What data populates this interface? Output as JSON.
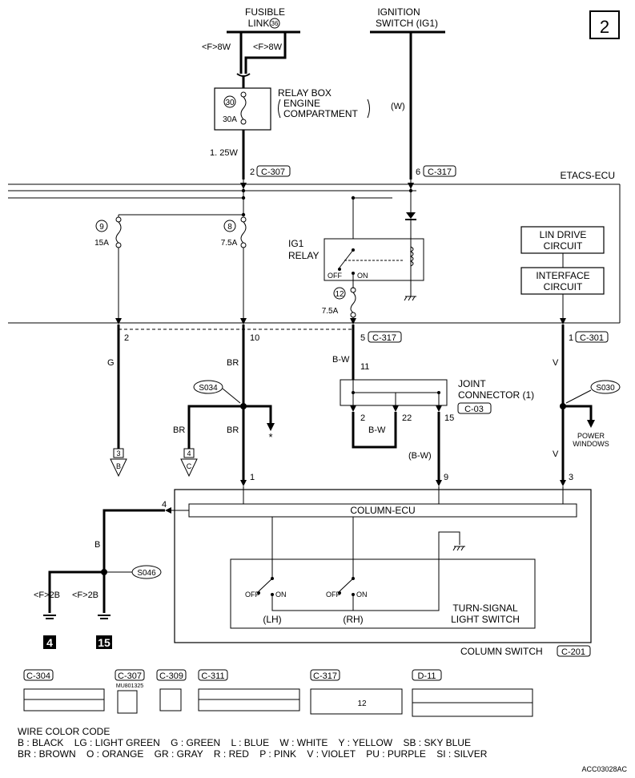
{
  "page_number": "2",
  "top": {
    "fusible_link_1": "FUSIBLE",
    "fusible_link_2": "LINK",
    "fusible_num": "36",
    "wire_f8w_left": "<F>8W",
    "wire_f8w_right": "<F>8W",
    "ignition_1": "IGNITION",
    "ignition_2": "SWITCH (IG1)",
    "relay_box_1": "RELAY BOX",
    "relay_box_2": "ENGINE",
    "relay_box_3": "COMPARTMENT",
    "fuse30_num": "30",
    "fuse30_amp": "30A",
    "wire_w": "(W)",
    "wire_125w": "1. 25W",
    "pin2": "2",
    "conn_c307": "C-307",
    "pin6": "6",
    "conn_c317_top": "C-317"
  },
  "etacs": {
    "label": "ETACS-ECU",
    "fuse9_num": "9",
    "fuse9_amp": "15A",
    "fuse8_num": "8",
    "fuse8_amp": "7.5A",
    "ig1_relay_1": "IG1",
    "ig1_relay_2": "RELAY",
    "off": "OFF",
    "on": "ON",
    "fuse12_num": "12",
    "fuse12_amp": "7.5A",
    "lin_1": "LIN DRIVE",
    "lin_2": "CIRCUIT",
    "iface_1": "INTERFACE",
    "iface_2": "CIRCUIT"
  },
  "middle": {
    "pin_2": "2",
    "pin_10": "10",
    "pin_5": "5",
    "conn_c317": "C-317",
    "pin_1": "1",
    "conn_c301": "C-301",
    "wire_g": "G",
    "wire_br_1": "BR",
    "wire_bw_1": "B-W",
    "pin_11": "11",
    "wire_v_1": "V",
    "s034": "S034",
    "s030": "S030",
    "joint_1": "JOINT",
    "joint_2": "CONNECTOR (1)",
    "conn_c03": "C-03",
    "pin_2b": "2",
    "pin_22": "22",
    "pin_15": "15",
    "wire_bw_2": "B-W",
    "wire_br_2": "BR",
    "wire_br_3": "BR",
    "star": "*",
    "power_1": "POWER",
    "power_2": "WINDOWS",
    "ref3_num": "3",
    "ref3_let": "B",
    "ref4_num": "4",
    "ref4_let": "C",
    "wire_bw_paren": "(B-W)",
    "wire_v_2": "V"
  },
  "column": {
    "pin_1": "1",
    "pin_9": "9",
    "pin_3": "3",
    "pin_4": "4",
    "ecu": "COLUMN-ECU",
    "wire_b": "B",
    "s046": "S046",
    "wire_f2b_left": "<F>2B",
    "wire_f2b_right": "<F>2B",
    "gnd_4": "4",
    "gnd_15": "15",
    "off_lh": "OFF",
    "on_lh": "ON",
    "off_rh": "OFF",
    "on_rh": "ON",
    "lh": "(LH)",
    "rh": "(RH)",
    "tsw_1": "TURN-SIGNAL",
    "tsw_2": "LIGHT SWITCH",
    "column_switch": "COLUMN SWITCH",
    "conn_c201": "C-201"
  },
  "connectors": {
    "c304": "C-304",
    "c307": "C-307",
    "c307_part": "MU801325",
    "c309": "C-309",
    "c311": "C-311",
    "c317": "C-317",
    "c317_center": "12",
    "d11": "D-11"
  },
  "legend": {
    "title": "WIRE COLOR CODE",
    "line1": "B : BLACK    LG : LIGHT GREEN    G : GREEN    L : BLUE    W : WHITE    Y : YELLOW    SB : SKY BLUE",
    "line2": "BR : BROWN    O : ORANGE    GR : GRAY    R : RED    P : PINK    V : VIOLET    PU : PURPLE    SI : SILVER"
  },
  "code": "ACC03028AC"
}
